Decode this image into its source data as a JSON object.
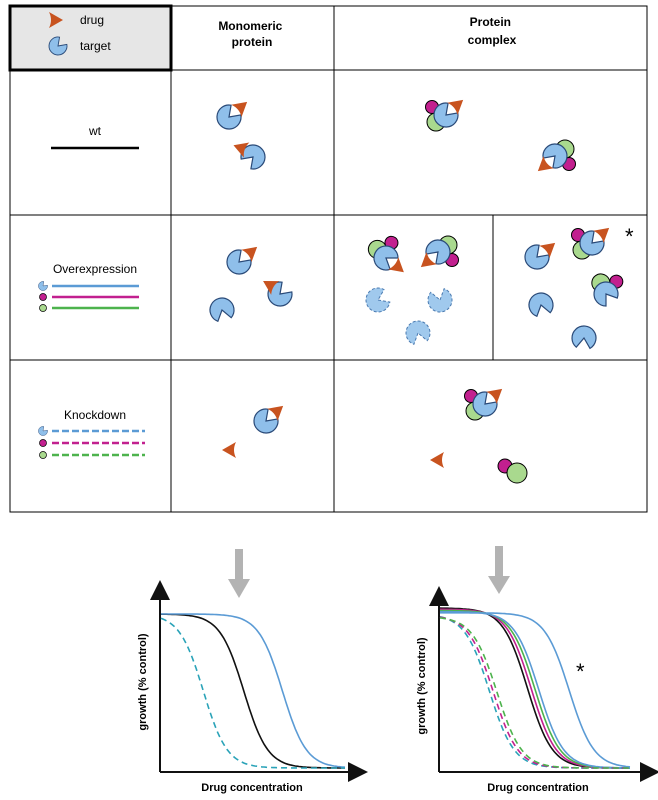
{
  "legend": {
    "drug_label": "drug",
    "target_label": "target"
  },
  "columns": {
    "monomeric": "Monomeric protein",
    "complex": "Protein complex"
  },
  "rows": {
    "wt": "wt",
    "overexpression": "Overexpression",
    "knockdown": "Knockdown"
  },
  "asterisk": "*",
  "colors": {
    "drug": "#c8531f",
    "target": "#8fbfea",
    "target_stroke": "#2a4a78",
    "magenta": "#c2208f",
    "green": "#a9d98e",
    "blue_line": "#5b9bd5",
    "black_line": "#111111",
    "gray_arrow": "#b3b3b3",
    "legend_bg": "#e6e6e6"
  },
  "chart_data": [
    {
      "type": "line",
      "xlabel": "Drug concentration",
      "ylabel": "growth (% control)",
      "series": [
        {
          "style": "solid",
          "color": "#111111",
          "ic50": 0.45
        },
        {
          "style": "solid",
          "color": "#5b9bd5",
          "ic50": 0.66
        },
        {
          "style": "dashed",
          "color": "#2aa3b8",
          "ic50": 0.23
        }
      ]
    },
    {
      "type": "line",
      "xlabel": "Drug concentration",
      "ylabel": "growth (% control)",
      "annotation": "*",
      "series": [
        {
          "style": "solid",
          "color": "#111111",
          "ic50": 0.46
        },
        {
          "style": "solid",
          "color": "#c2208f",
          "ic50": 0.48
        },
        {
          "style": "solid",
          "color": "#4db34d",
          "ic50": 0.5
        },
        {
          "style": "solid",
          "color": "#5b9bd5",
          "ic50": 0.52
        },
        {
          "style": "solid",
          "color": "#5b9bd5",
          "ic50": 0.68
        },
        {
          "style": "dashed",
          "color": "#2aa3b8",
          "ic50": 0.26
        },
        {
          "style": "dashed",
          "color": "#c2208f",
          "ic50": 0.28
        },
        {
          "style": "dashed",
          "color": "#4db34d",
          "ic50": 0.3
        }
      ]
    }
  ]
}
